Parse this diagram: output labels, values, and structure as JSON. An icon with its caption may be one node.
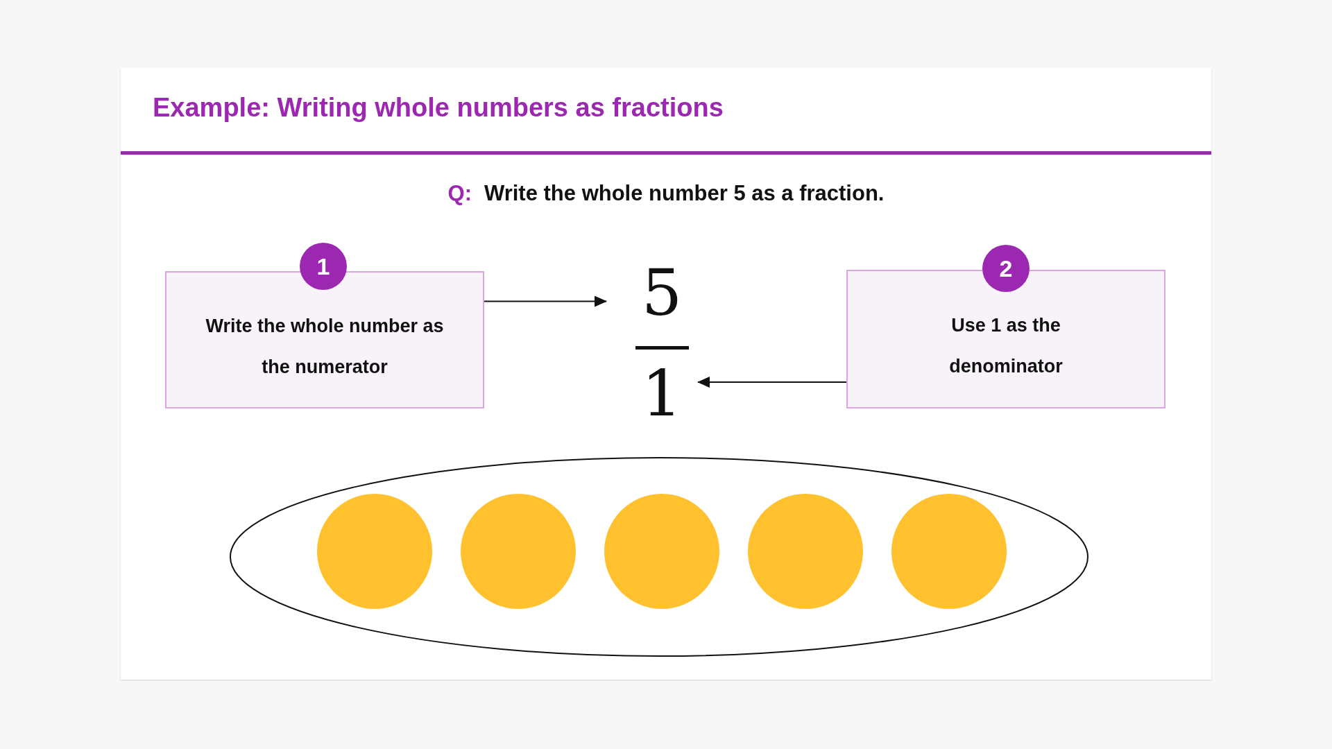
{
  "diagram": {
    "title": "Example: Writing whole numbers as fractions",
    "nodes": [
      {
        "text": [
          "Write the whole number as the numerator"
        ]
      },
      {
        "text": [
          "1"
        ]
      },
      {
        "text": [
          "5"
        ]
      },
      {
        "text": [
          "Use 1 as the denominator"
        ]
      },
      {
        "text": [
          "2"
        ]
      },
      {
        "text": [
          "1"
        ]
      },
      {
        "text": [],
        "shape": "ellipse"
      },
      {
        "text": [],
        "shape": "circle",
        "in": 6
      },
      {
        "text": [],
        "shape": "circle",
        "in": 6
      },
      {
        "text": [],
        "shape": "circle",
        "in": 6
      },
      {
        "text": [],
        "shape": "circle",
        "in": 6
      },
      {
        "text": [],
        "shape": "circle",
        "in": 6
      }
    ],
    "edges": [
      {
        "from": 0,
        "to": 2,
        "arrow": "to"
      },
      {
        "from": 3,
        "to": 5,
        "arrow": "to"
      }
    ],
    "labels": [
      "Q:",
      "Write the whole number 5 as a fraction."
    ]
  }
}
